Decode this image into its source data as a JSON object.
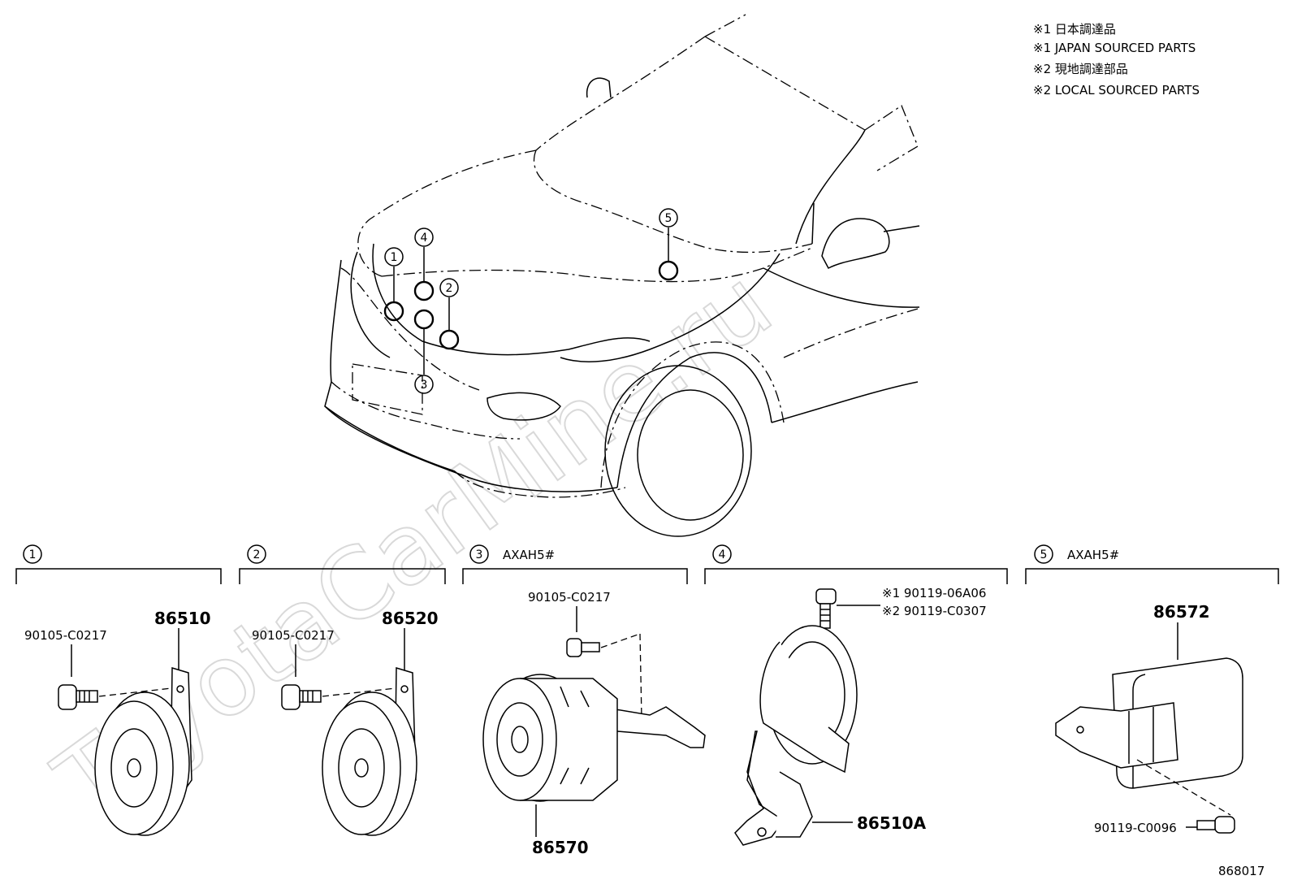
{
  "notes": [
    "※1 日本調達品",
    "※1 JAPAN SOURCED PARTS",
    "※2 現地調達部品",
    "※2 LOCAL SOURCED PARTS"
  ],
  "watermark": "ToyotaCarMine.ru",
  "callouts": [
    "1",
    "2",
    "3",
    "4",
    "5"
  ],
  "sections": [
    {
      "num": "1",
      "model": ""
    },
    {
      "num": "2",
      "model": ""
    },
    {
      "num": "3",
      "model": "AXAH5#"
    },
    {
      "num": "4",
      "model": ""
    },
    {
      "num": "5",
      "model": "AXAH5#"
    }
  ],
  "parts": {
    "s1_bolt": "90105-C0217",
    "s1_horn": "86510",
    "s2_bolt": "90105-C0217",
    "s2_horn": "86520",
    "s3_bolt": "90105-C0217",
    "s3_unit": "86570",
    "s4_bolt1": "※1 90119-06A06",
    "s4_bolt2": "※2 90119-C0307",
    "s4_horn": "86510A",
    "s5_unit": "86572",
    "s5_bolt": "90119-C0096"
  },
  "figure_id": "868017"
}
